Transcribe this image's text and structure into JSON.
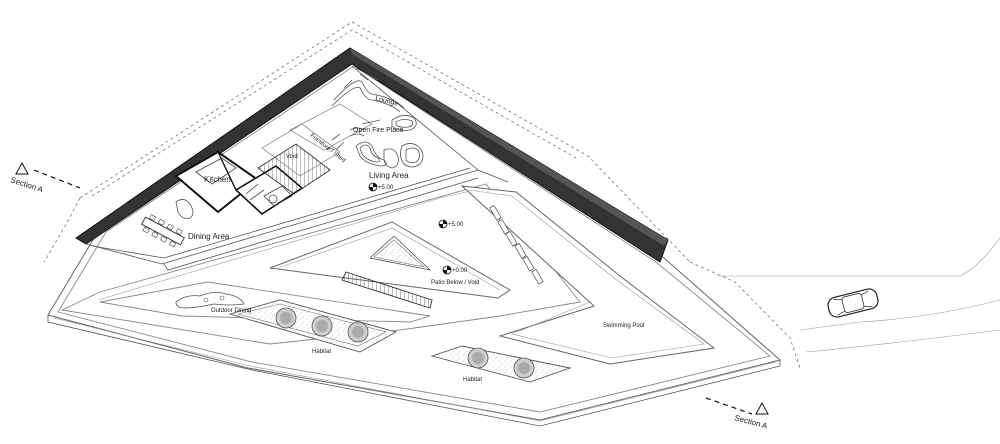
{
  "labels": {
    "section_a_left": "Section A",
    "section_a_right": "Section A",
    "lounge": "Lounge",
    "open_fire_place": "Open Fire Place",
    "living_area": "Living Area",
    "living_level": "+5.00",
    "void": "Void",
    "furniture_shed": "Furniture / Shed",
    "kitchen": "Kitchen.",
    "dining_area": "Dining Area",
    "upper_level": "+5.00",
    "patio_level": "+0.00",
    "patio_below_void": "Patio Below / Void",
    "swimming_pool": "Swimming Pool",
    "outdoor_dining": "Outdoor Dining",
    "habitat_left": "Habitat",
    "habitat_right": "Habitat"
  }
}
